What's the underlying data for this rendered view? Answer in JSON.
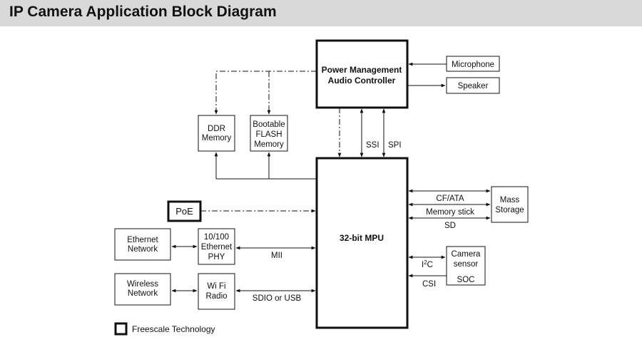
{
  "title": "IP Camera Application Block Diagram",
  "colors": {
    "header_bg": "#d9d9d9",
    "line": "#111111"
  },
  "blocks": {
    "power_mgmt": [
      "Power Management",
      "Audio Controller"
    ],
    "mpu": "32-bit MPU",
    "microphone": "Microphone",
    "speaker": "Speaker",
    "ddr": [
      "DDR",
      "Memory"
    ],
    "flash": [
      "Bootable",
      "FLASH",
      "Memory"
    ],
    "poe": "PoE",
    "ethernet_network": [
      "Ethernet",
      "Network"
    ],
    "ethernet_phy": [
      "10/100",
      "Ethernet",
      "PHY"
    ],
    "wireless_network": [
      "Wireless",
      "Network"
    ],
    "wifi_radio": [
      "Wi Fi",
      "Radio"
    ],
    "mass_storage": [
      "Mass",
      "Storage"
    ],
    "camera_sensor": [
      "Camera",
      "sensor",
      "SOC"
    ]
  },
  "connections": {
    "ssi": "SSI",
    "spi": "SPI",
    "cf_ata": "CF/ATA",
    "memory_stick": "Memory stick",
    "sd": "SD",
    "mii": "MII",
    "sdio_usb": "SDIO or USB",
    "i2c_base": "I",
    "i2c_sup": "2",
    "i2c_tail": "C",
    "csi": "CSI"
  },
  "legend": {
    "label": "Freescale Technology"
  }
}
